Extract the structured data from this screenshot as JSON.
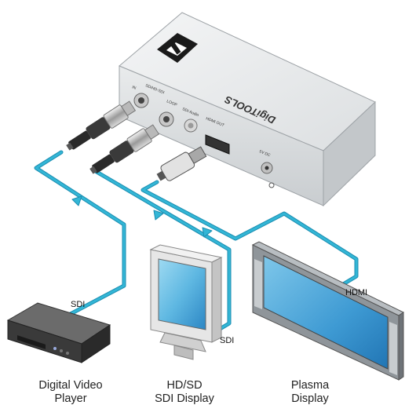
{
  "device": {
    "brand_name": "DigiTOOLS",
    "ports": {
      "sdi_in": "IN",
      "sdi_group": "SD/HD-SDI",
      "loop": "LOOP",
      "sdi_audio": "SDI Audio",
      "hdmi_out": "HDMI OUT",
      "power": "5V DC"
    }
  },
  "cables": {
    "sdi_player": "SDI",
    "sdi_display": "SDI",
    "hdmi": "HDMI"
  },
  "devices": {
    "player": {
      "line1": "Digital Video",
      "line2": "Player"
    },
    "sdi_display": {
      "line1": "HD/SD",
      "line2": "SDI Display"
    },
    "plasma": {
      "line1": "Plasma",
      "line2": "Display"
    }
  },
  "colors": {
    "cable": "#33b6d6",
    "cable_edge": "#1b8db0",
    "housing": "#e4e6e8",
    "housing_shadow": "#b8bcc0"
  }
}
